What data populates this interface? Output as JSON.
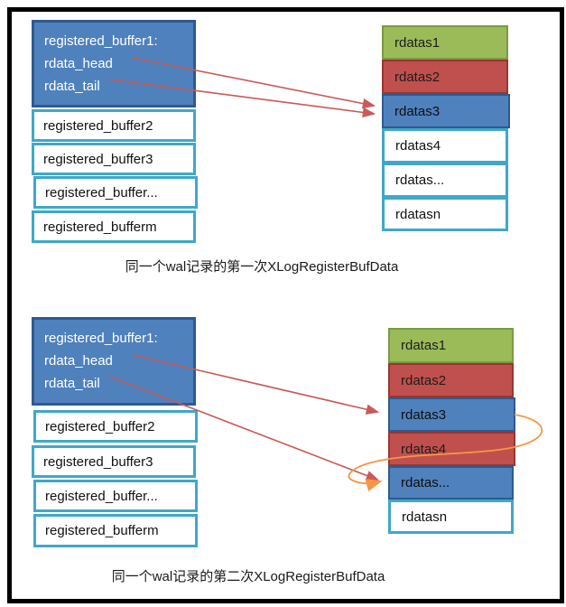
{
  "diagram_title": "XLogRegisterBufData buffer/rdata diagram",
  "colors": {
    "blue_fill": "#4f81bd",
    "blue_border": "#2e5a8f",
    "red_fill": "#c0504d",
    "red_border": "#963634",
    "green_fill": "#9bbb59",
    "green_border": "#7b9a43",
    "cyan_border": "#3fa8c8",
    "arrow_red": "#c85a58",
    "arrow_orange": "#f79646",
    "frame_black": "#000000"
  },
  "panels": [
    {
      "caption": "同一个wal记录的第一次XLogRegisterBufData",
      "buffer_box": {
        "title": "registered_buffer1:",
        "fields": [
          "rdata_head",
          "rdata_tail"
        ]
      },
      "buffers": [
        "registered_buffer2",
        "registered_buffer3",
        "registered_buffer...",
        "registered_bufferm"
      ],
      "rdatas": [
        {
          "label": "rdatas1",
          "style": "green"
        },
        {
          "label": "rdatas2",
          "style": "red"
        },
        {
          "label": "rdatas3",
          "style": "blue"
        },
        {
          "label": "rdatas4",
          "style": "plain"
        },
        {
          "label": "rdatas...",
          "style": "plain"
        },
        {
          "label": "rdatasn",
          "style": "plain"
        }
      ],
      "arrows": [
        {
          "from": "rdata_head",
          "to": "rdatas3",
          "color": "red"
        },
        {
          "from": "rdata_tail",
          "to": "rdatas3",
          "color": "red"
        }
      ]
    },
    {
      "caption": "同一个wal记录的第二次XLogRegisterBufData",
      "buffer_box": {
        "title": "registered_buffer1:",
        "fields": [
          "rdata_head",
          "rdata_tail"
        ]
      },
      "buffers": [
        "registered_buffer2",
        "registered_buffer3",
        "registered_buffer...",
        "registered_bufferm"
      ],
      "rdatas": [
        {
          "label": "rdatas1",
          "style": "green"
        },
        {
          "label": "rdatas2",
          "style": "red"
        },
        {
          "label": "rdatas3",
          "style": "blue"
        },
        {
          "label": "rdatas4",
          "style": "red"
        },
        {
          "label": "rdatas...",
          "style": "blue"
        },
        {
          "label": "rdatasn",
          "style": "plain"
        }
      ],
      "arrows": [
        {
          "from": "rdata_head",
          "to": "rdatas3",
          "color": "red"
        },
        {
          "from": "rdata_tail",
          "to": "rdatas...",
          "color": "red"
        },
        {
          "from": "rdatas3",
          "to": "rdatas...",
          "color": "orange",
          "shape": "loop"
        }
      ]
    }
  ]
}
